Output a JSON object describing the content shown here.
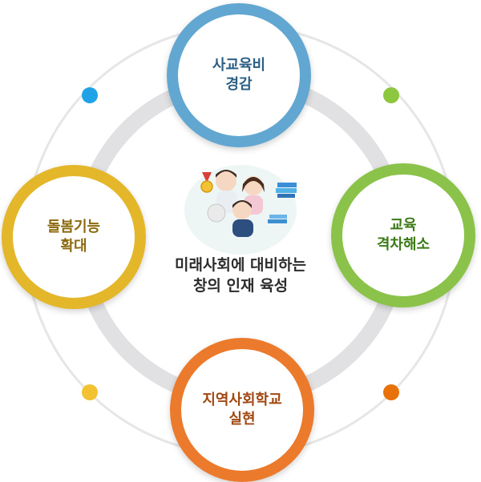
{
  "center": {
    "line1": "미래사회에 대비하는",
    "line2": "창의 인재 육성"
  },
  "nodes": {
    "top": {
      "line1": "사교육비",
      "line2": "경감"
    },
    "right": {
      "line1": "교육",
      "line2": "격차해소"
    },
    "bottom": {
      "line1": "지역사회학교",
      "line2": "실현"
    },
    "left": {
      "line1": "돌봄기능",
      "line2": "확대"
    }
  },
  "colors": {
    "top": "#62a7d2",
    "right": "#8bc34a",
    "bottom": "#ec7a2c",
    "left": "#e4b62a",
    "ring": "#e1e1e3",
    "dot_top_left": "#1fa3e6",
    "dot_top_right": "#8dc63f",
    "dot_bottom_left": "#f2c232",
    "dot_bottom_right": "#e8710a"
  }
}
